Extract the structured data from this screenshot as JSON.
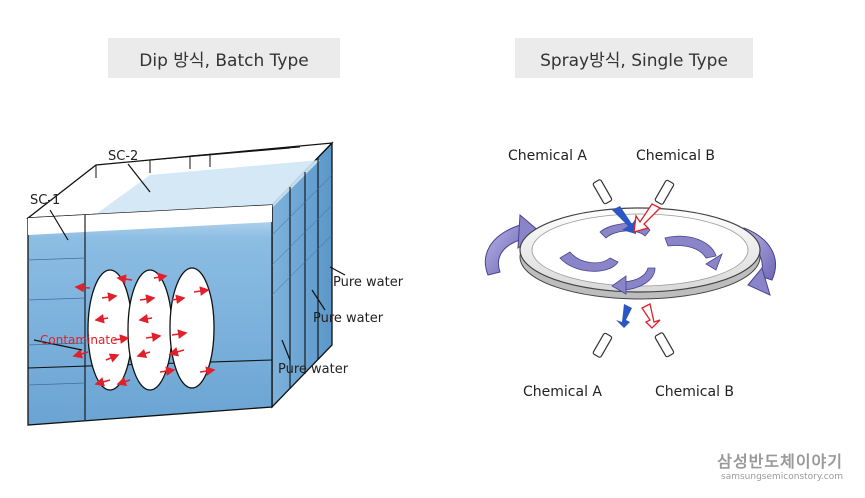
{
  "dip": {
    "title": "Dip 방식, Batch Type",
    "sc1": "SC-1",
    "sc2": "SC-2",
    "contaminate": "Contaminate",
    "pure_water_1": "Pure water",
    "pure_water_2": "Pure water",
    "pure_water_3": "Pure water"
  },
  "spray": {
    "title": "Spray방식, Single Type",
    "chem_a_top": "Chemical A",
    "chem_b_top": "Chemical B",
    "chem_a_bottom": "Chemical A",
    "chem_b_bottom": "Chemical B"
  },
  "watermark": {
    "main": "삼성반도체이야기",
    "sub": "samsungsemiconstory.com"
  },
  "colors": {
    "water": "#6fa9d6",
    "water_light": "#cfe5f4",
    "arrow_red": "#e0212b",
    "arrow_blue": "#2b56c4",
    "rotate_purple": "#8a84c8"
  }
}
